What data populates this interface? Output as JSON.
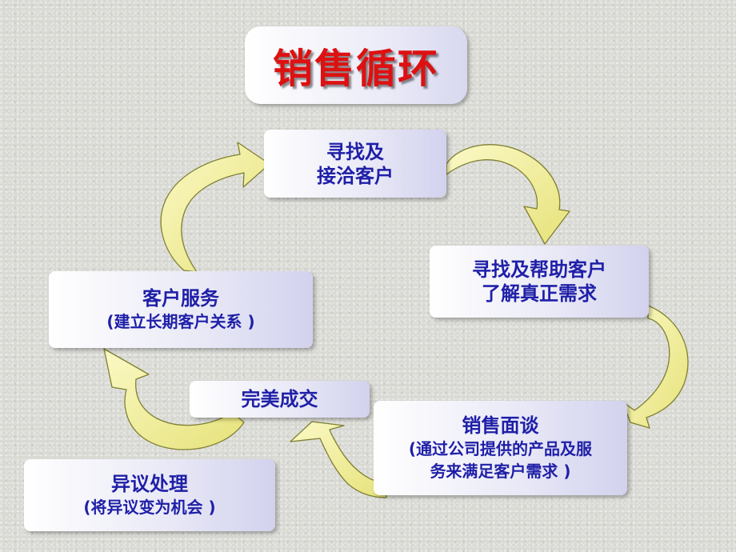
{
  "title": "销售循环",
  "colors": {
    "title_red": "#dd1111",
    "text_blue": "#1f1fa8",
    "arrow_fill": "#f3f0a2",
    "arrow_stroke": "#7f8032",
    "box_end": "#d2d2ee"
  },
  "steps": {
    "find": {
      "line1": "寻找及",
      "line2": "接洽客户"
    },
    "help": {
      "line1": "寻找及帮助客户",
      "line2": "了解真正需求"
    },
    "talk": {
      "line1": "销售面谈",
      "line2": "(通过公司提供的产品及服",
      "line3": "务来满足客户需求 )"
    },
    "close": {
      "line1": "完美成交"
    },
    "service": {
      "line1": "客户服务",
      "line2": "(建立长期客户关系 )"
    },
    "objection": {
      "line1": "异议处理",
      "line2": "(将异议变为机会 )"
    }
  },
  "arrows": [
    "find-to-help-arrow",
    "help-to-talk-arrow",
    "talk-to-close-arrow",
    "close-to-service-arrow",
    "service-to-find-arrow"
  ]
}
